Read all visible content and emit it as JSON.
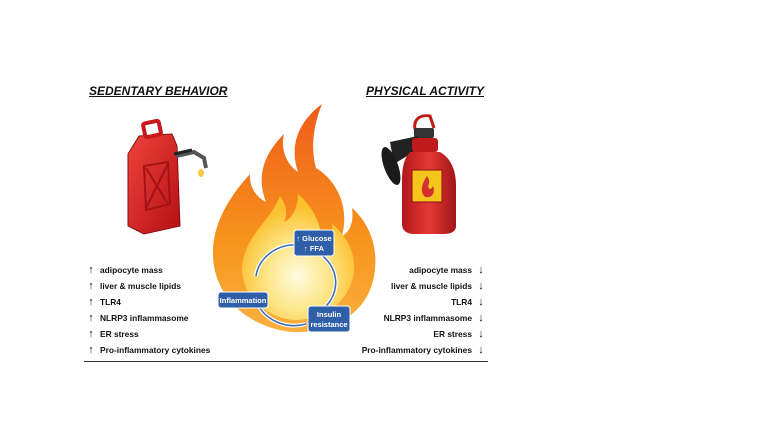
{
  "left_column": {
    "title": "SEDENTARY BEHAVIOR",
    "icon": "fuel-can-icon",
    "items": [
      {
        "arrow": "↑",
        "label": "adipocyte mass"
      },
      {
        "arrow": "↑",
        "label": "liver & muscle lipids"
      },
      {
        "arrow": "↑",
        "label": "TLR4"
      },
      {
        "arrow": "↑",
        "label": "NLRP3 inflammasome"
      },
      {
        "arrow": "↑",
        "label": "ER stress"
      },
      {
        "arrow": "↑",
        "label": "Pro-inflammatory cytokines"
      }
    ]
  },
  "right_column": {
    "title": "PHYSICAL ACTIVITY",
    "icon": "fire-extinguisher-icon",
    "items": [
      {
        "arrow": "↓",
        "label": "adipocyte mass"
      },
      {
        "arrow": "↓",
        "label": "liver & muscle lipids"
      },
      {
        "arrow": "↓",
        "label": "TLR4"
      },
      {
        "arrow": "↓",
        "label": "NLRP3 inflammasome"
      },
      {
        "arrow": "↓",
        "label": "ER stress"
      },
      {
        "arrow": "↓",
        "label": "Pro-inflammatory cytokines"
      }
    ]
  },
  "center": {
    "icon": "flame-icon",
    "cycle": {
      "glucose_line1": "↑ Glucose",
      "glucose_line2": "↑ FFA",
      "inflammation": "Inflammation",
      "insulin_line1": "Insulin",
      "insulin_line2": "resistance"
    }
  },
  "colors": {
    "fuel_can": "#d7191c",
    "extinguisher": "#d31f1f",
    "flame_outer": "#f47c20",
    "flame_inner": "#fbd54a",
    "box": "#2e5fa8"
  }
}
